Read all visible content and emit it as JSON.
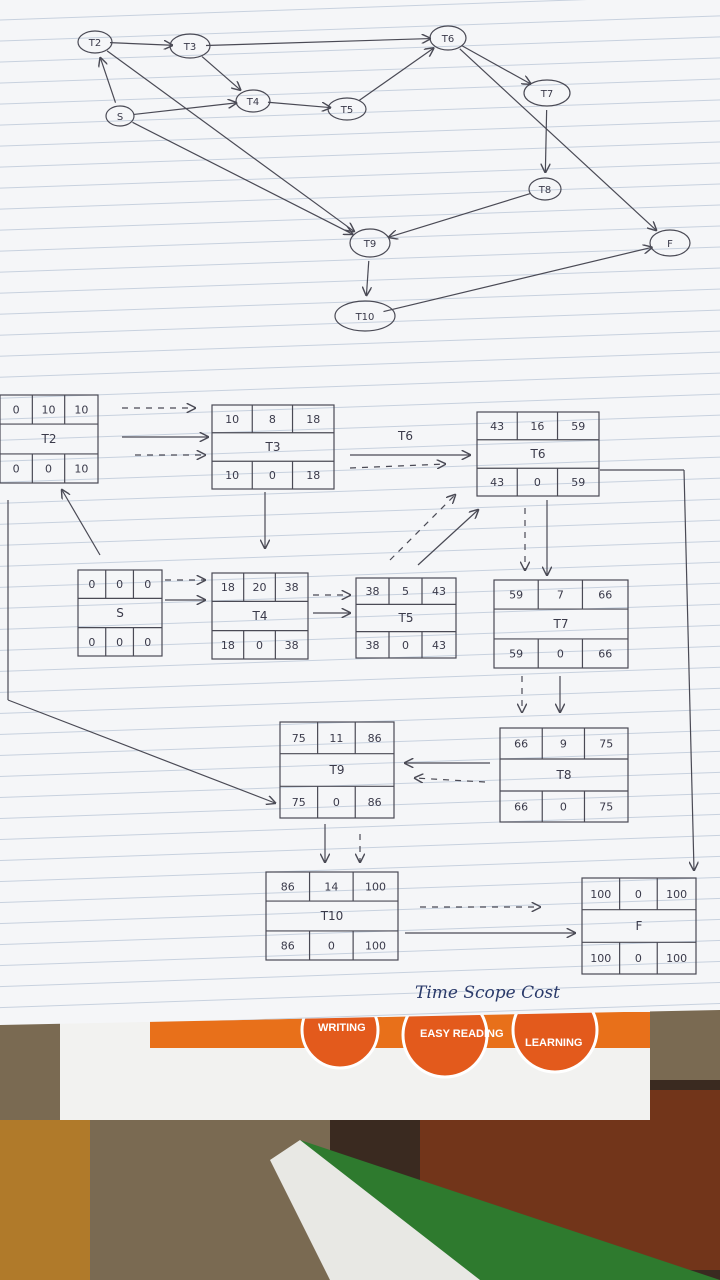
{
  "network": {
    "nodes": [
      {
        "id": "T2",
        "label": "T2"
      },
      {
        "id": "T3",
        "label": "T3"
      },
      {
        "id": "T6",
        "label": "T6"
      },
      {
        "id": "S",
        "label": "S"
      },
      {
        "id": "T4",
        "label": "T4"
      },
      {
        "id": "T5",
        "label": "T5"
      },
      {
        "id": "T7",
        "label": "T7"
      },
      {
        "id": "T8",
        "label": "T8"
      },
      {
        "id": "T9",
        "label": "T9"
      },
      {
        "id": "F",
        "label": "F"
      },
      {
        "id": "T10",
        "label": "T10"
      }
    ],
    "edges": [
      [
        "T2",
        "T3"
      ],
      [
        "T3",
        "T6"
      ],
      [
        "T3",
        "T4"
      ],
      [
        "S",
        "T2"
      ],
      [
        "S",
        "T4"
      ],
      [
        "T4",
        "T5"
      ],
      [
        "T5",
        "T6"
      ],
      [
        "T6",
        "T7"
      ],
      [
        "T7",
        "T8"
      ],
      [
        "T8",
        "T9"
      ],
      [
        "T2",
        "T9"
      ],
      [
        "S",
        "T9"
      ],
      [
        "T6",
        "F"
      ],
      [
        "T9",
        "T10"
      ],
      [
        "T10",
        "F"
      ]
    ]
  },
  "boxes": [
    {
      "id": "T2",
      "es": "0",
      "dur": "10",
      "ef": "10",
      "name": "T2",
      "ls": "0",
      "slack": "0",
      "lf": "10"
    },
    {
      "id": "T3",
      "es": "10",
      "dur": "8",
      "ef": "18",
      "name": "T3",
      "ls": "10",
      "slack": "0",
      "lf": "18"
    },
    {
      "id": "T6",
      "es": "43",
      "dur": "16",
      "ef": "59",
      "name": "T6",
      "ls": "43",
      "slack": "0",
      "lf": "59"
    },
    {
      "id": "S",
      "es": "0",
      "dur": "0",
      "ef": "0",
      "name": "S",
      "ls": "0",
      "slack": "0",
      "lf": "0"
    },
    {
      "id": "T4",
      "es": "18",
      "dur": "20",
      "ef": "38",
      "name": "T4",
      "ls": "18",
      "slack": "0",
      "lf": "38"
    },
    {
      "id": "T5",
      "es": "38",
      "dur": "5",
      "ef": "43",
      "name": "T5",
      "ls": "38",
      "slack": "0",
      "lf": "43"
    },
    {
      "id": "T7",
      "es": "59",
      "dur": "7",
      "ef": "66",
      "name": "T7",
      "ls": "59",
      "slack": "0",
      "lf": "66"
    },
    {
      "id": "T9",
      "es": "75",
      "dur": "11",
      "ef": "86",
      "name": "T9",
      "ls": "75",
      "slack": "0",
      "lf": "86"
    },
    {
      "id": "T8",
      "es": "66",
      "dur": "9",
      "ef": "75",
      "name": "T8",
      "ls": "66",
      "slack": "0",
      "lf": "75"
    },
    {
      "id": "T10",
      "es": "86",
      "dur": "14",
      "ef": "100",
      "name": "T10",
      "ls": "86",
      "slack": "0",
      "lf": "100"
    },
    {
      "id": "F",
      "es": "100",
      "dur": "0",
      "ef": "100",
      "name": "F",
      "ls": "100",
      "slack": "0",
      "lf": "100"
    }
  ],
  "side_labels": {
    "t6_link": "T6"
  },
  "note": "Time Scope Cost",
  "badges": [
    "WRITING",
    "EASY READING",
    "LEARNING"
  ]
}
